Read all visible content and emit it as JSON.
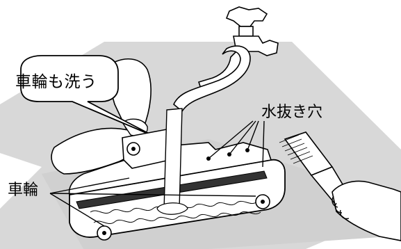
{
  "callouts": {
    "wash_wheels": "車輪も洗う",
    "drain_holes": "水抜き穴",
    "wheels": "車輪"
  },
  "colors": {
    "line": "#000000",
    "shadow": "#d6d6d6",
    "fill": "#ffffff"
  }
}
